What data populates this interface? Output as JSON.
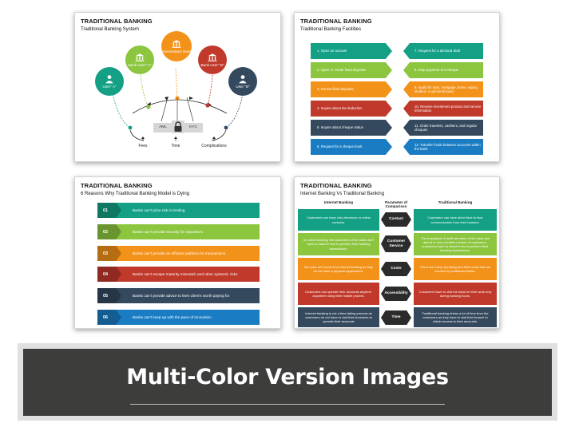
{
  "slide1": {
    "title": "TRADITIONAL BANKING",
    "subtitle": "Traditional Banking System",
    "nodes": [
      {
        "label": "User\" A\"",
        "color": "#13a085",
        "icon": "user-icon"
      },
      {
        "label": "Bank User\" A\"",
        "color": "#8cc63f",
        "icon": "bank-icon"
      },
      {
        "label": "Intermediary Bank",
        "color": "#f39219",
        "icon": "bank-icon"
      },
      {
        "label": "Bank User\" B\"",
        "color": "#c0392b",
        "icon": "bank-icon"
      },
      {
        "label": "User \"B\"",
        "color": "#34495e",
        "icon": "user-icon"
      }
    ],
    "aml": "AML",
    "kyc": "KYC",
    "footer": [
      "Fees",
      "Time",
      "Complications"
    ]
  },
  "slide2": {
    "title": "TRADITIONAL BANKING",
    "subtitle": "Traditional Banking Facilities",
    "left": [
      {
        "text": "1. Open an account",
        "color": "#13a085"
      },
      {
        "text": "2. Open or create fixed deposits",
        "color": "#8cc63f"
      },
      {
        "text": "3. Renew fixed deposits",
        "color": "#f39219"
      },
      {
        "text": "4. Inquire about tax deduction",
        "color": "#c0392b"
      },
      {
        "text": "5. Inquire about cheque status",
        "color": "#34495e"
      },
      {
        "text": "6. Request for a cheque book",
        "color": "#1a7dc4"
      }
    ],
    "right": [
      {
        "text": "7. Request for a demand draft",
        "color": "#13a085"
      },
      {
        "text": "8. Stop payment of a cheque",
        "color": "#8cc63f"
      },
      {
        "text": "9. Apply for auto, mortgage, home, equity, student, or personal loans",
        "color": "#f39219"
      },
      {
        "text": "10. Receive investment product and service information",
        "color": "#c0392b"
      },
      {
        "text": "11. Order travelers, cashiers, and regular cheques",
        "color": "#34495e"
      },
      {
        "text": "12. Transfer funds between accounts within the bank",
        "color": "#1a7dc4"
      }
    ]
  },
  "slide3": {
    "title": "TRADITIONAL BANKING",
    "subtitle": "6 Reasons Why Traditional Banking Model is Dying",
    "reasons": [
      {
        "num": "01",
        "text": "Banks can't price risk in lending",
        "color": "#13a085"
      },
      {
        "num": "02",
        "text": "Banks can't provide security for depositors",
        "color": "#8cc63f"
      },
      {
        "num": "03",
        "text": "Banks can't provide an efficient platform for transactions",
        "color": "#f39219"
      },
      {
        "num": "04",
        "text": "Banks can't escape maturity mismatch and other systemic risks",
        "color": "#c0392b"
      },
      {
        "num": "05",
        "text": "Banks can't provide advice to their client's worth paying for",
        "color": "#34495e"
      },
      {
        "num": "06",
        "text": "Banks can't keep up with the pace of innovation",
        "color": "#1a7dc4"
      }
    ]
  },
  "slide4": {
    "title": "TRADITIONAL BANKING",
    "subtitle": "Internet Banking Vs Traditional Banking",
    "col_left": "Internet Banking",
    "col_mid": "Parameter of Comparison",
    "col_right": "Traditional Banking",
    "rows": [
      {
        "param": "Contact",
        "color": "#13a085",
        "left": "Customers can have only electronic or online contacts.",
        "right": "Customers can have direct face to face communication from their bankers."
      },
      {
        "param": "Customer Service",
        "color": "#8cc63f",
        "left": "In online banking, the customers of the bank don't have to stand in line to perform their banking transactions.",
        "right": "The employees & staff members of the bank can attend to only a limited number of customers, customers have to stand in line to perform their banking transactions."
      },
      {
        "param": "Costs",
        "color": "#f39219",
        "left": "No costs are incurred to internet banking as they do not have a physical appearance.",
        "right": "There are many operating and fixed costs that are incurred by traditional banks."
      },
      {
        "param": "Accessibility",
        "color": "#c0392b",
        "left": "Customers can operate their accounts anytime, anywhere using their mobile phones.",
        "right": "Customers have to visit the bank for their work only during working hours."
      },
      {
        "param": "Time",
        "color": "#34495e",
        "left": "Internet banking is not a time taking process as customers do not have to visit their branches to operate their accounts",
        "right": "Traditional banking drains a lot of time from the customers as they have to visit their branch to obtain access to their accounts."
      }
    ]
  },
  "banner": {
    "title": "Multi-Color Version Images"
  }
}
